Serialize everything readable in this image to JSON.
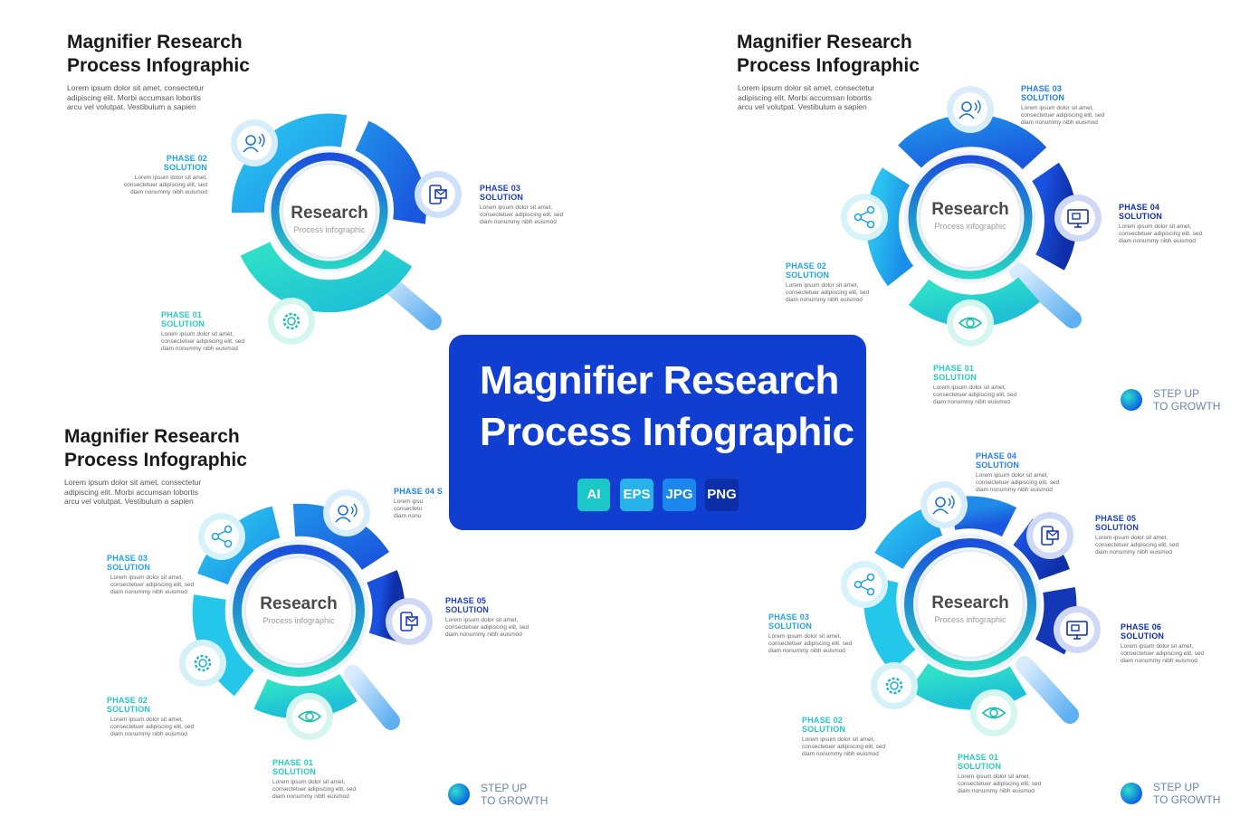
{
  "panels": {
    "tl": {
      "title_l1": "Magnifier Research",
      "title_l2": "Process Infographic",
      "desc": "Lorem ipsum dolor sit amet, consectetur adipiscing elit. Morbi accumsan lobortis arcu vel volutpat. Vestibulum a sapien",
      "center_title": "Research",
      "center_sub": "Process infographic"
    },
    "tr": {
      "title_l1": "Magnifier Research",
      "title_l2": "Process Infographic",
      "desc": "Lorem ipsum dolor sit amet, consectetur adipiscing elit. Morbi accumsan lobortis arcu vel volutpat. Vestibulum a sapien",
      "center_title": "Research",
      "center_sub": "Process infographic"
    },
    "bl": {
      "title_l1": "Magnifier Research",
      "title_l2": "Process Infographic",
      "desc": "Lorem ipsum dolor sit amet, consectetur adipiscing elit. Morbi accumsan lobortis arcu vel volutpat. Vestibulum a sapien",
      "center_title": "Research",
      "center_sub": "Process infographic"
    },
    "br": {
      "center_title": "Research",
      "center_sub": "Process infographic"
    }
  },
  "phases": {
    "phase01": "PHASE 01 SOLUTION",
    "phase02": "PHASE 02 SOLUTION",
    "phase03": "PHASE 03 SOLUTION",
    "phase04": "PHASE 04 SOLUTION",
    "phase04_cut": "PHASE 04 S",
    "phase05": "PHASE 05 SOLUTION",
    "phase06": "PHASE 06 SOLUTION",
    "body": "Lorem ipsum dolor sit amet, consectetuer adipiscing elit, sed diam nonummy nibh euismod",
    "body_cut": "Lorem ipsu consectetu diam nonu"
  },
  "banner": {
    "title_l1": "Magnifier Research",
    "title_l2": "Process Infographic",
    "badges": [
      "AI",
      "EPS",
      "JPG",
      "PNG"
    ]
  },
  "footer": {
    "l1": "STEP UP",
    "l2": "TO GROWTH"
  },
  "colors": {
    "teal": "#2ad3c0",
    "cyan": "#1eb3ea",
    "blue": "#1f7fe8",
    "royal": "#1a52e0",
    "navy": "#0e2fa8",
    "banner": "#0f3ed0",
    "badge_ai": "#1cc8c7",
    "badge_eps": "#26b3ea",
    "badge_jpg": "#1b86ec",
    "badge_png": "#0c2ea7"
  },
  "icons": [
    "person-speaking-icon",
    "mail-device-icon",
    "gear-icon",
    "share-icon",
    "video-monitor-icon",
    "eye-icon"
  ]
}
